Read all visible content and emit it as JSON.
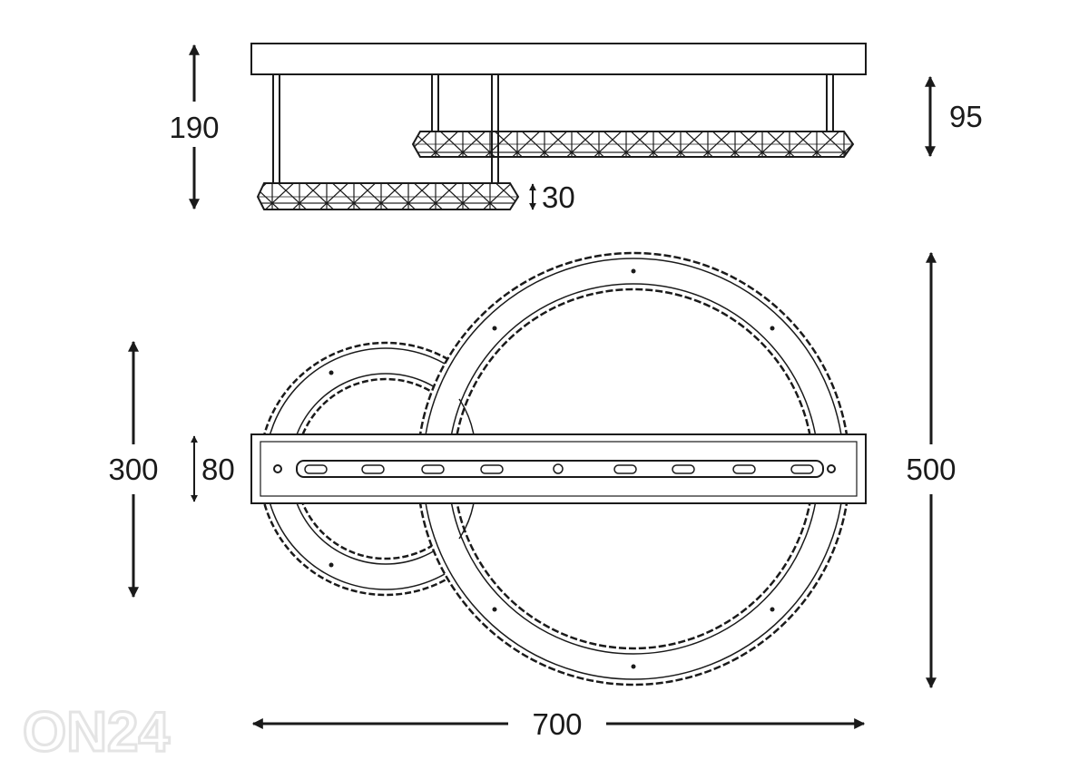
{
  "dimensions": {
    "height_total": "190",
    "drop_offset": "95",
    "ring_thickness": "30",
    "small_ring_diameter": "300",
    "base_width": "80",
    "large_ring_diameter": "500",
    "total_length": "700"
  },
  "watermark": "ON24",
  "colors": {
    "line": "#1a1a1a",
    "watermark": "#e4e4e4",
    "background": "#ffffff"
  }
}
